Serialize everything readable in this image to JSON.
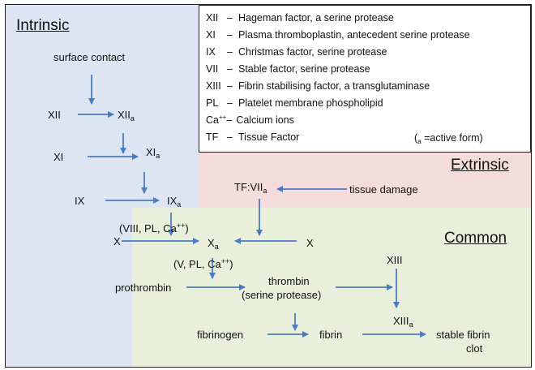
{
  "colors": {
    "intrinsic_bg": "#dde5f2",
    "extrinsic_bg": "#f4dcdc",
    "common_bg": "#e9efdb",
    "arrow": "#4a7cc2",
    "border": "#222222"
  },
  "regions": {
    "intrinsic": "Intrinsic",
    "extrinsic": "Extrinsic",
    "common": "Common"
  },
  "legend": {
    "rows": [
      {
        "code": "XII",
        "desc": "Hageman factor, a serine protease"
      },
      {
        "code": "XI",
        "desc": "Plasma thromboplastin, antecedent serine protease"
      },
      {
        "code": "IX",
        "desc": "Christmas factor, serine protease"
      },
      {
        "code": "VII",
        "desc": "Stable factor, serine protease"
      },
      {
        "code": "XIII",
        "desc": "Fibrin stabilising factor, a transglutaminase"
      },
      {
        "code": "PL",
        "desc": "Platelet membrane phospholipid"
      },
      {
        "code": "Ca",
        "sup": "++",
        "desc": "Calcium ions"
      },
      {
        "code": "TF",
        "desc": "Tissue Factor"
      }
    ],
    "active_note_sub": "a",
    "active_note_text": "=active form"
  },
  "nodes": {
    "surface_contact": "surface contact",
    "xii": "XII",
    "xii_a": {
      "base": "XII",
      "sub": "a"
    },
    "xi": "XI",
    "xi_a": {
      "base": "XI",
      "sub": "a"
    },
    "ix": "IX",
    "ix_a": {
      "base": "IX",
      "sub": "a"
    },
    "cofactors_1": {
      "pre": "(VIII, PL, Ca",
      "sup": "++",
      "post": ")"
    },
    "x_left": "X",
    "x_a": {
      "base": "X",
      "sub": "a"
    },
    "x_right": "X",
    "cofactors_2": {
      "pre": "(V, PL, Ca",
      "sup": "++",
      "post": ")"
    },
    "tf_viia": {
      "base": "TF:VII",
      "sub": "a"
    },
    "tissue_damage": "tissue damage",
    "prothrombin": "prothrombin",
    "thrombin": "thrombin",
    "serine_protease": "(serine protease)",
    "xiii": "XIII",
    "xiii_a": {
      "base": "XIII",
      "sub": "a"
    },
    "fibrinogen": "fibrinogen",
    "fibrin": "fibrin",
    "stable_fibrin": "stable fibrin",
    "clot": "clot"
  }
}
